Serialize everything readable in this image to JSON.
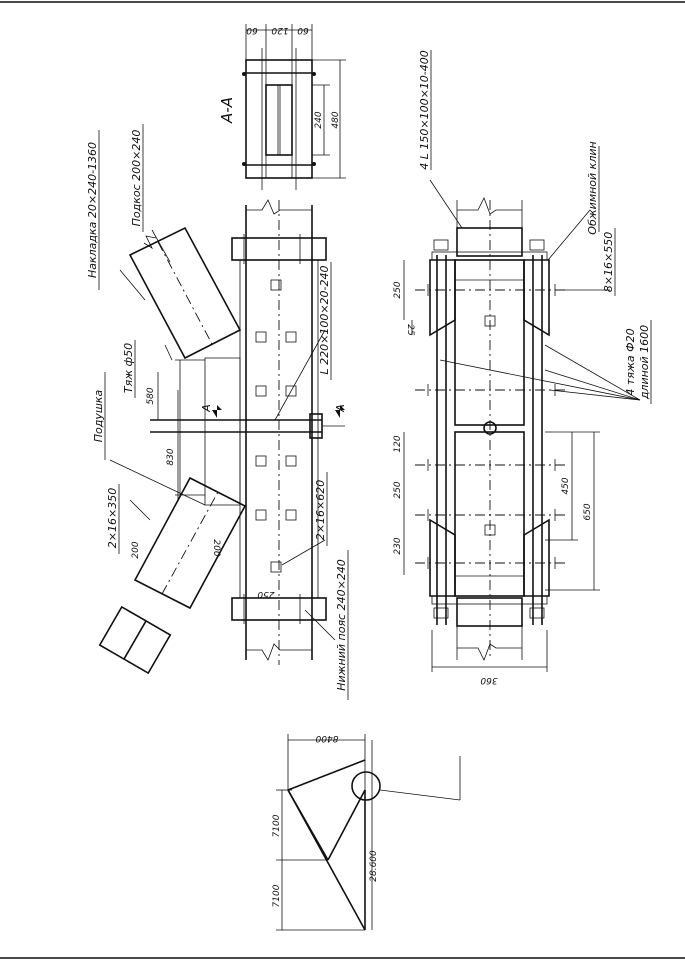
{
  "labels": {
    "section_name": "A-A",
    "section_mark_left": "A",
    "section_mark_right": "A",
    "nakladka": "Накладка 20×240-1360",
    "podkos": "Подкос 200×240",
    "tyazh": "Тяж ф50",
    "podushka": "Подушка",
    "ugolok_top": "L 220×100×20-240",
    "bolt_2x16_620": "2×16×620",
    "bolt_2x16_350": "2×16×350",
    "nizhniy_poyas": "Нижний пояс 240×240",
    "ugolok_right": "4 L 150×100×10-400",
    "obzhimnoy": "Обжимной клин",
    "bolt_8x16_550": "8×16×550",
    "tyazha": "4 тяжа Ф20",
    "dlinoy": "длиной 1600"
  },
  "dims": {
    "s60a": "60",
    "s120": "120",
    "s60b": "60",
    "s240": "240",
    "s480": "480",
    "d580": "580",
    "d830": "830",
    "d200a": "200",
    "d200b": "200",
    "d250": "250",
    "r250": "250",
    "r25": "25",
    "r120": "120",
    "r250b": "250",
    "r230": "230",
    "r450": "450",
    "r650": "650",
    "r360": "360",
    "t8400": "8400",
    "t7100a": "7100",
    "t7100b": "7100",
    "t28600": "28.600"
  }
}
